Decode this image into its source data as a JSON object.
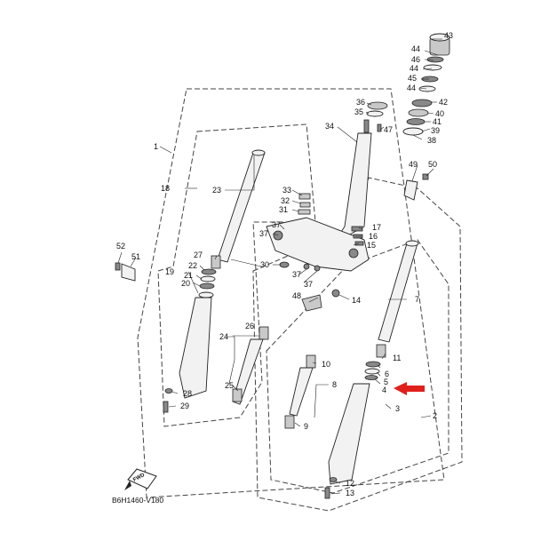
{
  "diagram_code": "B6H1460-V180",
  "fwd_label": "FWD",
  "arrow_color": "#e0201b",
  "callouts": {
    "c1": "1",
    "c2": "2",
    "c3": "3",
    "c4": "4",
    "c5": "5",
    "c6": "6",
    "c7": "7",
    "c8": "8",
    "c9": "9",
    "c10": "10",
    "c11": "11",
    "c12": "12",
    "c13": "13",
    "c14": "14",
    "c15": "15",
    "c16": "16",
    "c17": "17",
    "c18": "18",
    "c19": "19",
    "c20": "20",
    "c21": "21",
    "c22": "22",
    "c23": "23",
    "c24": "24",
    "c25": "25",
    "c26": "26",
    "c27": "27",
    "c28": "28",
    "c29": "29",
    "c30": "30",
    "c31": "31",
    "c32": "32",
    "c33": "33",
    "c34": "34",
    "c35": "35",
    "c36": "36",
    "c37a": "37",
    "c37b": "37",
    "c37c": "37",
    "c38": "38",
    "c39": "39",
    "c40": "40",
    "c41": "41",
    "c42": "42",
    "c43": "43",
    "c44a": "44",
    "c44b": "44",
    "c44c": "44",
    "c45": "45",
    "c46": "46",
    "c47": "47",
    "c48": "48",
    "c49": "49",
    "c50": "50",
    "c51": "51",
    "c52": "52"
  }
}
